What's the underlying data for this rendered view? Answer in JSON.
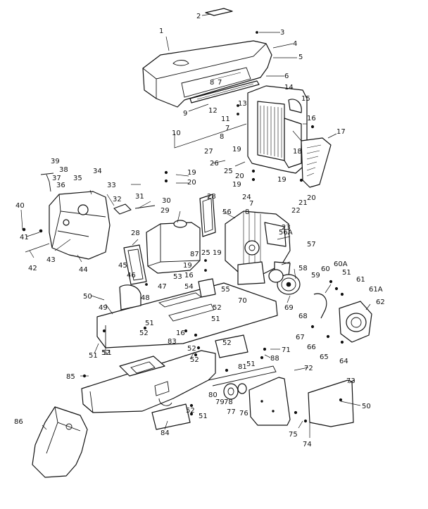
{
  "callouts": [
    {
      "id": "c1",
      "text": "1"
    },
    {
      "id": "c2",
      "text": "2"
    },
    {
      "id": "c3",
      "text": "3"
    },
    {
      "id": "c4",
      "text": "4"
    },
    {
      "id": "c5",
      "text": "5"
    },
    {
      "id": "c6",
      "text": "6"
    },
    {
      "id": "c8a",
      "text": "8"
    },
    {
      "id": "c7a",
      "text": "7"
    },
    {
      "id": "c9",
      "text": "9"
    },
    {
      "id": "c12",
      "text": "12"
    },
    {
      "id": "c13",
      "text": "13"
    },
    {
      "id": "c11",
      "text": "11"
    },
    {
      "id": "c14",
      "text": "14"
    },
    {
      "id": "c15",
      "text": "15"
    },
    {
      "id": "c16a",
      "text": "16"
    },
    {
      "id": "c17",
      "text": "17"
    },
    {
      "id": "c18",
      "text": "18"
    },
    {
      "id": "c10",
      "text": "10"
    },
    {
      "id": "c7b",
      "text": "7"
    },
    {
      "id": "c8b",
      "text": "8"
    },
    {
      "id": "c27",
      "text": "27"
    },
    {
      "id": "c19a",
      "text": "19"
    },
    {
      "id": "c26",
      "text": "26"
    },
    {
      "id": "c25a",
      "text": "25"
    },
    {
      "id": "c20a",
      "text": "20"
    },
    {
      "id": "c19b",
      "text": "19"
    },
    {
      "id": "c19c",
      "text": "19"
    },
    {
      "id": "c20b",
      "text": "20"
    },
    {
      "id": "c19d",
      "text": "19"
    },
    {
      "id": "c20c",
      "text": "20"
    },
    {
      "id": "c24",
      "text": "24"
    },
    {
      "id": "c21",
      "text": "21"
    },
    {
      "id": "c22",
      "text": "22"
    },
    {
      "id": "c7c",
      "text": "7"
    },
    {
      "id": "c8c",
      "text": "8"
    },
    {
      "id": "c23",
      "text": "23"
    },
    {
      "id": "c39",
      "text": "39"
    },
    {
      "id": "c38",
      "text": "38"
    },
    {
      "id": "c37",
      "text": "37"
    },
    {
      "id": "c36",
      "text": "36"
    },
    {
      "id": "c35",
      "text": "35"
    },
    {
      "id": "c34",
      "text": "34"
    },
    {
      "id": "c33",
      "text": "33"
    },
    {
      "id": "c32",
      "text": "32"
    },
    {
      "id": "c31",
      "text": "31"
    },
    {
      "id": "c30",
      "text": "30"
    },
    {
      "id": "c29",
      "text": "29"
    },
    {
      "id": "c28a",
      "text": "28"
    },
    {
      "id": "c40",
      "text": "40"
    },
    {
      "id": "c41",
      "text": "41"
    },
    {
      "id": "c43",
      "text": "43"
    },
    {
      "id": "c42",
      "text": "42"
    },
    {
      "id": "c44",
      "text": "44"
    },
    {
      "id": "c28b",
      "text": "28"
    },
    {
      "id": "c56",
      "text": "56"
    },
    {
      "id": "c56a",
      "text": "56A"
    },
    {
      "id": "c57",
      "text": "57"
    },
    {
      "id": "c87",
      "text": "87"
    },
    {
      "id": "c25b",
      "text": "25"
    },
    {
      "id": "c19e",
      "text": "19"
    },
    {
      "id": "c19f",
      "text": "19"
    },
    {
      "id": "c16b",
      "text": "16"
    },
    {
      "id": "c45",
      "text": "45"
    },
    {
      "id": "c46",
      "text": "46"
    },
    {
      "id": "c47",
      "text": "47"
    },
    {
      "id": "c53",
      "text": "53"
    },
    {
      "id": "c54",
      "text": "54"
    },
    {
      "id": "c55",
      "text": "55"
    },
    {
      "id": "c70",
      "text": "70"
    },
    {
      "id": "c58",
      "text": "58"
    },
    {
      "id": "c59",
      "text": "59"
    },
    {
      "id": "c60",
      "text": "60"
    },
    {
      "id": "c60a",
      "text": "60A"
    },
    {
      "id": "c51a",
      "text": "51"
    },
    {
      "id": "c61",
      "text": "61"
    },
    {
      "id": "c61a",
      "text": "61A"
    },
    {
      "id": "c62",
      "text": "62"
    },
    {
      "id": "c69",
      "text": "69"
    },
    {
      "id": "c50a",
      "text": "50"
    },
    {
      "id": "c48",
      "text": "48"
    },
    {
      "id": "c49",
      "text": "49"
    },
    {
      "id": "c52a",
      "text": "52"
    },
    {
      "id": "c51b",
      "text": "51"
    },
    {
      "id": "c52b",
      "text": "52"
    },
    {
      "id": "c16c",
      "text": "16"
    },
    {
      "id": "c83",
      "text": "83"
    },
    {
      "id": "c51c",
      "text": "51"
    },
    {
      "id": "c52c",
      "text": "52"
    },
    {
      "id": "c68",
      "text": "68"
    },
    {
      "id": "c67",
      "text": "67"
    },
    {
      "id": "c66",
      "text": "66"
    },
    {
      "id": "c65",
      "text": "65"
    },
    {
      "id": "c64",
      "text": "64"
    },
    {
      "id": "c52d",
      "text": "52"
    },
    {
      "id": "c51d",
      "text": "51"
    },
    {
      "id": "c52e",
      "text": "52"
    },
    {
      "id": "c71",
      "text": "71"
    },
    {
      "id": "c88",
      "text": "88"
    },
    {
      "id": "c51e",
      "text": "51"
    },
    {
      "id": "c52f",
      "text": "52"
    },
    {
      "id": "c85",
      "text": "85"
    },
    {
      "id": "c51f",
      "text": "51"
    },
    {
      "id": "c81",
      "text": "81"
    },
    {
      "id": "c72",
      "text": "72"
    },
    {
      "id": "c73",
      "text": "73"
    },
    {
      "id": "c80",
      "text": "80"
    },
    {
      "id": "c79",
      "text": "79"
    },
    {
      "id": "c78",
      "text": "78"
    },
    {
      "id": "c77",
      "text": "77"
    },
    {
      "id": "c76",
      "text": "76"
    },
    {
      "id": "c50b",
      "text": "50"
    },
    {
      "id": "c52g",
      "text": "52"
    },
    {
      "id": "c51g",
      "text": "51"
    },
    {
      "id": "c84",
      "text": "84"
    },
    {
      "id": "c86",
      "text": "86"
    },
    {
      "id": "c75",
      "text": "75"
    },
    {
      "id": "c74",
      "text": "74"
    }
  ],
  "colors": {
    "ink": "#111111",
    "paper": "#ffffff"
  }
}
